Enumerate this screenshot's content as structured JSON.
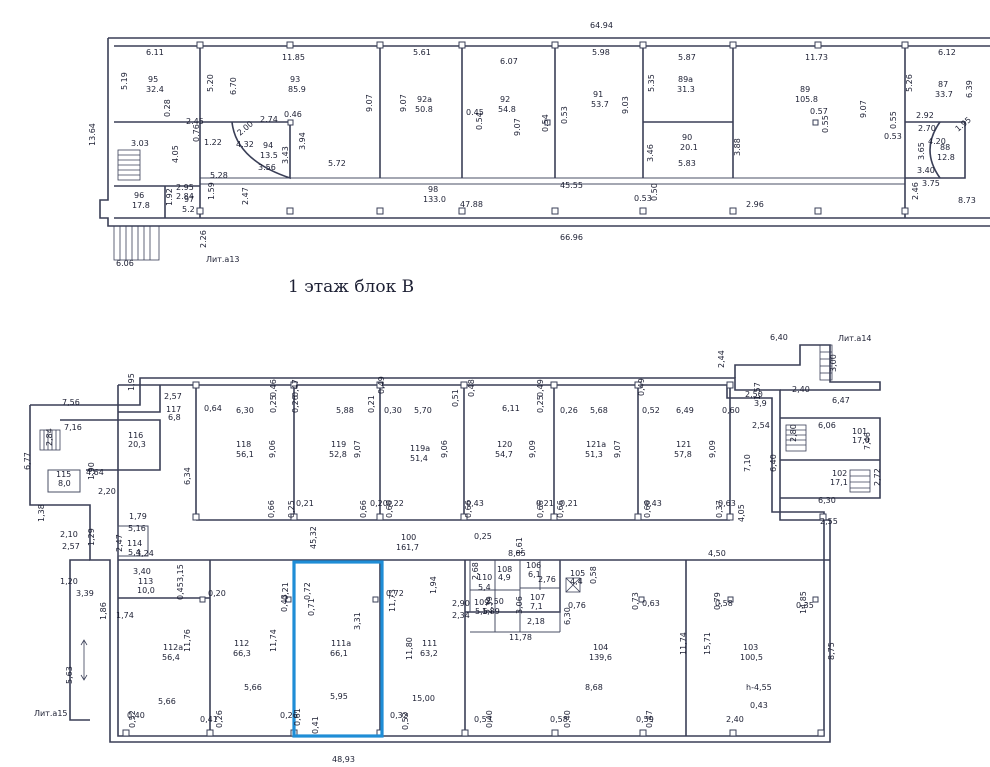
{
  "upper_plan": {
    "literal_label": "Лит.а13",
    "total_width": "64.94",
    "bottom_width": "66.96",
    "rooms": [
      {
        "number": "95",
        "area": "32.4"
      },
      {
        "number": "93",
        "area": "85.9"
      },
      {
        "number": "92а",
        "area": "50.8"
      },
      {
        "number": "92",
        "area": "54.8"
      },
      {
        "number": "91",
        "area": "53.7"
      },
      {
        "number": "89а",
        "area": "31.3"
      },
      {
        "number": "89",
        "area": "105.8"
      },
      {
        "number": "87",
        "area": "33.7"
      },
      {
        "number": "94",
        "area": "13.5"
      },
      {
        "number": "90",
        "area": "20.1"
      },
      {
        "number": "88",
        "area": "12.8"
      },
      {
        "number": "96",
        "area": "17.8"
      },
      {
        "number": "97",
        "area": "5.2"
      },
      {
        "number": "98",
        "area": "133.0"
      }
    ],
    "dimensions": [
      "6.11",
      "11.85",
      "5.61",
      "6.07",
      "5.98",
      "5.87",
      "11.73",
      "6.12",
      "5.19",
      "5.20",
      "6.70",
      "9.07",
      "9.07",
      "0.45",
      "0.54",
      "9.07",
      "0.54",
      "0.53",
      "9.03",
      "5.35",
      "0.57",
      "0.55",
      "9.07",
      "5.26",
      "6.39",
      "13.64",
      "0.28",
      "0.76",
      "2.45",
      "2.00",
      "2.74",
      "0.46",
      "4.32",
      "1.22",
      "3.43",
      "3.94",
      "3.56",
      "5.72",
      "3.03",
      "4.05",
      "5.28",
      "2.95",
      "2.84",
      "1.92",
      "1.59",
      "2.47",
      "45.55",
      "3.46",
      "5.83",
      "3.88",
      "2.92",
      "2.70",
      "1.95",
      "0.55",
      "0.53",
      "3.65",
      "4.20",
      "3.40",
      "3.75",
      "47.88",
      "0.53",
      "0.50",
      "2.96",
      "2.46",
      "8.73",
      "6.06",
      "2.26"
    ]
  },
  "title": "1 этаж блок В",
  "lower_plan": {
    "literal_labels": [
      "Лит.а14",
      "Лит.а15"
    ],
    "bottom_width": "48,93",
    "rooms": [
      {
        "number": "117",
        "area": "6,8"
      },
      {
        "number": "116",
        "area": "20,3"
      },
      {
        "number": "115",
        "area": "8,0"
      },
      {
        "number": "114",
        "area": "5,4"
      },
      {
        "number": "118",
        "area": "56,1"
      },
      {
        "number": "119",
        "area": "52,8"
      },
      {
        "number": "119а",
        "area": "51,4"
      },
      {
        "number": "120",
        "area": "54,7"
      },
      {
        "number": "121а",
        "area": "51,3"
      },
      {
        "number": "121",
        "area": "57,8"
      },
      {
        "number": "101",
        "area": "17,0"
      },
      {
        "number": "102",
        "area": "17,1"
      },
      {
        "number": "100",
        "area": "161,7"
      },
      {
        "number": "113",
        "area": "10,0"
      },
      {
        "number": "112а",
        "area": "56,4"
      },
      {
        "number": "112",
        "area": "66,3"
      },
      {
        "number": "111а",
        "area": "66,1"
      },
      {
        "number": "111",
        "area": "63,2"
      },
      {
        "number": "110",
        "area": "5,4"
      },
      {
        "number": "108",
        "area": "4,9"
      },
      {
        "number": "106",
        "area": "6,1"
      },
      {
        "number": "105",
        "area": "4,4"
      },
      {
        "number": "109",
        "area": "5,5"
      },
      {
        "number": "107",
        "area": "7,1"
      },
      {
        "number": "104",
        "area": "139,6"
      },
      {
        "number": "103",
        "area": "100,5"
      }
    ],
    "dimensions": [
      "6,40",
      "2,44",
      "3,00",
      "2,40",
      "6,47",
      "7,56",
      "1,95",
      "2,57",
      "6,30",
      "5,88",
      "5,70",
      "6,11",
      "5,68",
      "6,49",
      "0,64",
      "0,46",
      "0,25",
      "0,47",
      "0,26",
      "0,49",
      "0,21",
      "0,30",
      "0,48",
      "0,51",
      "0,49",
      "0,25",
      "0,26",
      "0,52",
      "0,49",
      "0,60",
      "2,50",
      "1,57",
      "3,9",
      "7,16",
      "2,84",
      "9,06",
      "9,07",
      "9,06",
      "9,09",
      "9,07",
      "9,09",
      "2,54",
      "6,06",
      "2,80",
      "7,46",
      "6,77",
      "4,64",
      "6,34",
      "7,10",
      "6,40",
      "2,72",
      "1,90",
      "2,20",
      "0,21",
      "0,20",
      "0,22",
      "0,43",
      "0,21",
      "0,21",
      "0,43",
      "0,63",
      "6,30",
      "1,38",
      "1,79",
      "0,66",
      "0,25",
      "0,66",
      "0,66",
      "0,66",
      "0,66",
      "0,66",
      "0,66",
      "0,37",
      "4,05",
      "2,55",
      "2,10",
      "5,16",
      "2,57",
      "2,47",
      "45,32",
      "0,25",
      "1,61",
      "8,85",
      "4,50",
      "1,29",
      "3,24",
      "3,40",
      "3,15",
      "0,45",
      "0,20",
      "0,21",
      "0,72",
      "0,71",
      "0,43",
      "0,72",
      "11,73",
      "3,31",
      "1,94",
      "2,68",
      "2,76",
      "0,58",
      "0,63",
      "0,58",
      "0,35",
      "1,20",
      "3,39",
      "1,74",
      "2,90",
      "2,50",
      "1,89",
      "0,76",
      "0,73",
      "0,79",
      "14,85",
      "1,86",
      "2,34",
      "2,39",
      "3,06",
      "2,18",
      "6,30",
      "11,78",
      "11,76",
      "11,74",
      "11,80",
      "11,74",
      "15,71",
      "8,75",
      "5,63",
      "5,66",
      "5,66",
      "5,95",
      "15,00",
      "8,68",
      "h-4,55",
      "0,43",
      "0,40",
      "0,52",
      "0,41",
      "0,26",
      "0,26",
      "0,61",
      "0,41",
      "0,52",
      "0,32",
      "0,53",
      "0,40",
      "0,58",
      "0,40",
      "0,59",
      "0,47",
      "2,40"
    ],
    "highlight_color": "#1f8dd6"
  }
}
